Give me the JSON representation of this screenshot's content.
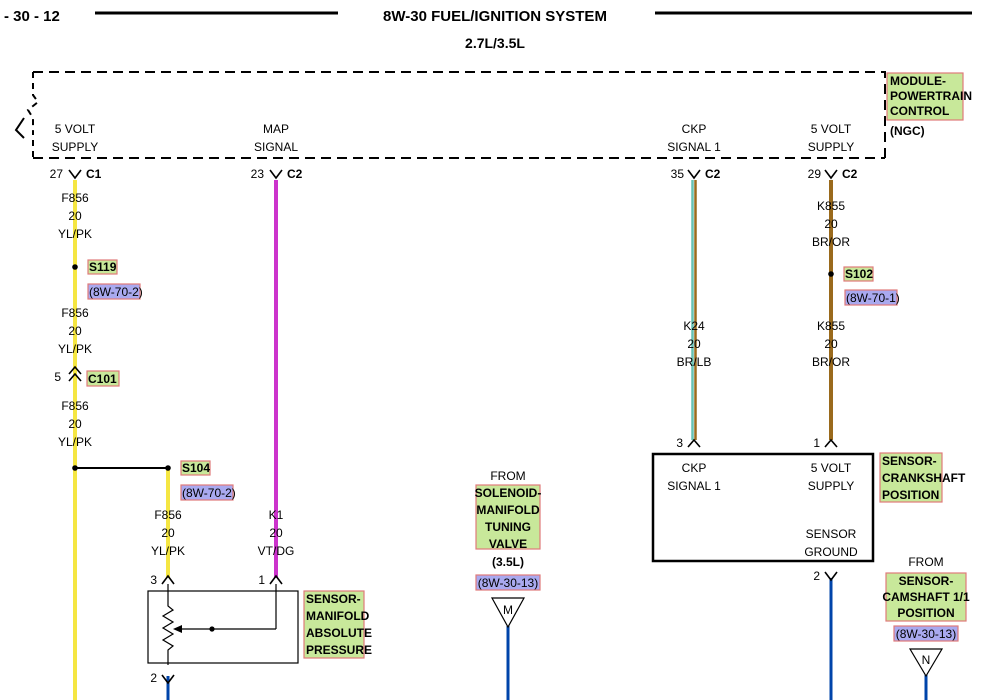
{
  "header": {
    "page_ref": "- 30 - 12",
    "title": "8W-30 FUEL/IGNITION SYSTEM",
    "subtitle": "2.7L/3.5L"
  },
  "module": {
    "name_lines": [
      "MODULE-",
      "POWERTRAIN",
      "CONTROL"
    ],
    "variant": "(NGC)",
    "pins": [
      {
        "label1": "5 VOLT",
        "label2": "SUPPLY"
      },
      {
        "label1": "MAP",
        "label2": "SIGNAL"
      },
      {
        "label1": "CKP",
        "label2": "SIGNAL 1"
      },
      {
        "label1": "5 VOLT",
        "label2": "SUPPLY"
      }
    ]
  },
  "connectors": {
    "pin27": "27",
    "c1": "C1",
    "pin23": "23",
    "c2a": "C2",
    "pin35": "35",
    "c2b": "C2",
    "pin29": "29",
    "c2c": "C2",
    "pin5": "5",
    "c101": "C101",
    "pin3a": "3",
    "pin1a": "1",
    "pin2a": "2",
    "pin3b": "3",
    "pin1b": "1",
    "pin2b": "2"
  },
  "wires": {
    "f856_a": [
      "F856",
      "20",
      "YL/PK"
    ],
    "f856_b": [
      "F856",
      "20",
      "YL/PK"
    ],
    "f856_c": [
      "F856",
      "20",
      "YL/PK"
    ],
    "f856_d": [
      "F856",
      "20",
      "YL/PK"
    ],
    "k1": [
      "K1",
      "20",
      "VT/DG"
    ],
    "k24": [
      "K24",
      "20",
      "BR/LB"
    ],
    "k855_a": [
      "K855",
      "20",
      "BR/OR"
    ],
    "k855_b": [
      "K855",
      "20",
      "BR/OR"
    ]
  },
  "splices": {
    "s119": "S119",
    "s119_ref": "(8W-70-2)",
    "s104": "S104",
    "s104_ref": "(8W-70-2)",
    "s102": "S102",
    "s102_ref": "(8W-70-1)"
  },
  "map_sensor": {
    "name_lines": [
      "SENSOR-",
      "MANIFOLD",
      "ABSOLUTE",
      "PRESSURE"
    ]
  },
  "solenoid": {
    "from": "FROM",
    "name_lines": [
      "SOLENOID-",
      "MANIFOLD",
      "TUNING",
      "VALVE"
    ],
    "variant": "(3.5L)",
    "ref": "(8W-30-13)",
    "marker": "M"
  },
  "ckp_sensor": {
    "name_lines": [
      "SENSOR-",
      "CRANKSHAFT",
      "POSITION"
    ],
    "pin_left": [
      "CKP",
      "SIGNAL 1"
    ],
    "pin_right": [
      "5 VOLT",
      "SUPPLY"
    ],
    "pin_bottom": [
      "SENSOR",
      "GROUND"
    ]
  },
  "camshaft": {
    "from": "FROM",
    "name_lines": [
      "SENSOR-",
      "CAMSHAFT 1/1",
      "POSITION"
    ],
    "ref": "(8W-30-13)",
    "marker": "N"
  },
  "colors": {
    "yellow": "#f5e642",
    "violet": "#cc33cc",
    "brown": "#9a6a1c",
    "light_blue": "#66c2b4",
    "blue": "#0044aa"
  }
}
